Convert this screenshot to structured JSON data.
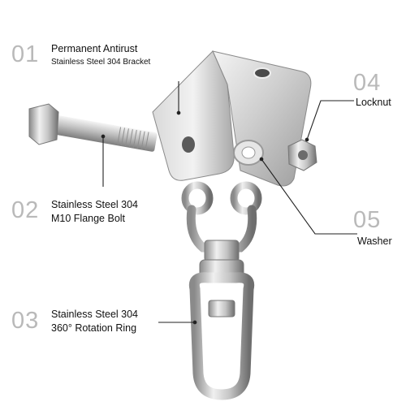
{
  "parts": [
    {
      "number": "01",
      "title": "Permanent Antirust",
      "subtitle": "Stainless Steel 304 Bracket"
    },
    {
      "number": "02",
      "line1": "Stainless Steel 304",
      "line2": "M10 Flange Bolt"
    },
    {
      "number": "03",
      "line1": "Stainless Steel 304",
      "line2": "360° Rotation Ring"
    },
    {
      "number": "04",
      "label": "Locknut"
    },
    {
      "number": "05",
      "label": "Washer"
    }
  ],
  "colors": {
    "number": "#b9b9b9",
    "text": "#111111",
    "metal": "#c8c8c8",
    "leader": "#222222"
  }
}
